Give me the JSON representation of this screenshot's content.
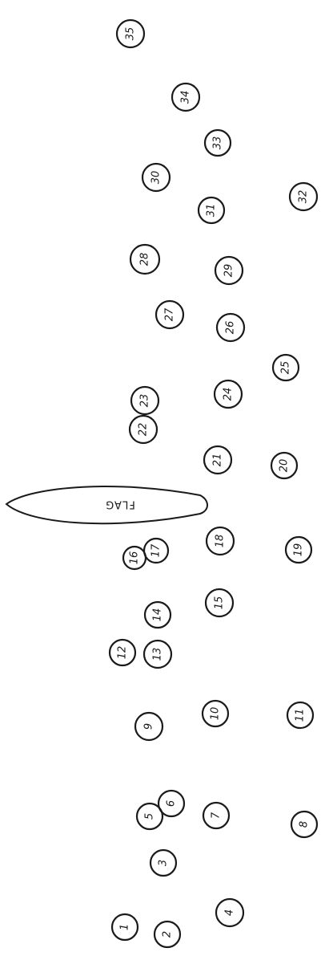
{
  "flag": {
    "label": "FLAG"
  },
  "markers": [
    {
      "id": "m1",
      "label": "1"
    },
    {
      "id": "m2",
      "label": "2"
    },
    {
      "id": "m3",
      "label": "3"
    },
    {
      "id": "m4",
      "label": "4"
    },
    {
      "id": "m5",
      "label": "5"
    },
    {
      "id": "m6",
      "label": "6"
    },
    {
      "id": "m7",
      "label": "7"
    },
    {
      "id": "m8",
      "label": "8"
    },
    {
      "id": "m9",
      "label": "9"
    },
    {
      "id": "m10",
      "label": "10"
    },
    {
      "id": "m11",
      "label": "11"
    },
    {
      "id": "m12",
      "label": "12"
    },
    {
      "id": "m13",
      "label": "13"
    },
    {
      "id": "m14",
      "label": "14"
    },
    {
      "id": "m15",
      "label": "15"
    },
    {
      "id": "m16",
      "label": "16"
    },
    {
      "id": "m17",
      "label": "17"
    },
    {
      "id": "m18",
      "label": "18"
    },
    {
      "id": "m19",
      "label": "19"
    },
    {
      "id": "m20",
      "label": "20"
    },
    {
      "id": "m21",
      "label": "21"
    },
    {
      "id": "m22",
      "label": "22"
    },
    {
      "id": "m23",
      "label": "23"
    },
    {
      "id": "m24",
      "label": "24"
    },
    {
      "id": "m25",
      "label": "25"
    },
    {
      "id": "m26",
      "label": "26"
    },
    {
      "id": "m27",
      "label": "27"
    },
    {
      "id": "m28",
      "label": "28"
    },
    {
      "id": "m29",
      "label": "29"
    },
    {
      "id": "m30",
      "label": "30"
    },
    {
      "id": "m31",
      "label": "31"
    },
    {
      "id": "m32",
      "label": "32"
    },
    {
      "id": "m33",
      "label": "33"
    },
    {
      "id": "m34",
      "label": "34"
    },
    {
      "id": "m35",
      "label": "35"
    }
  ]
}
